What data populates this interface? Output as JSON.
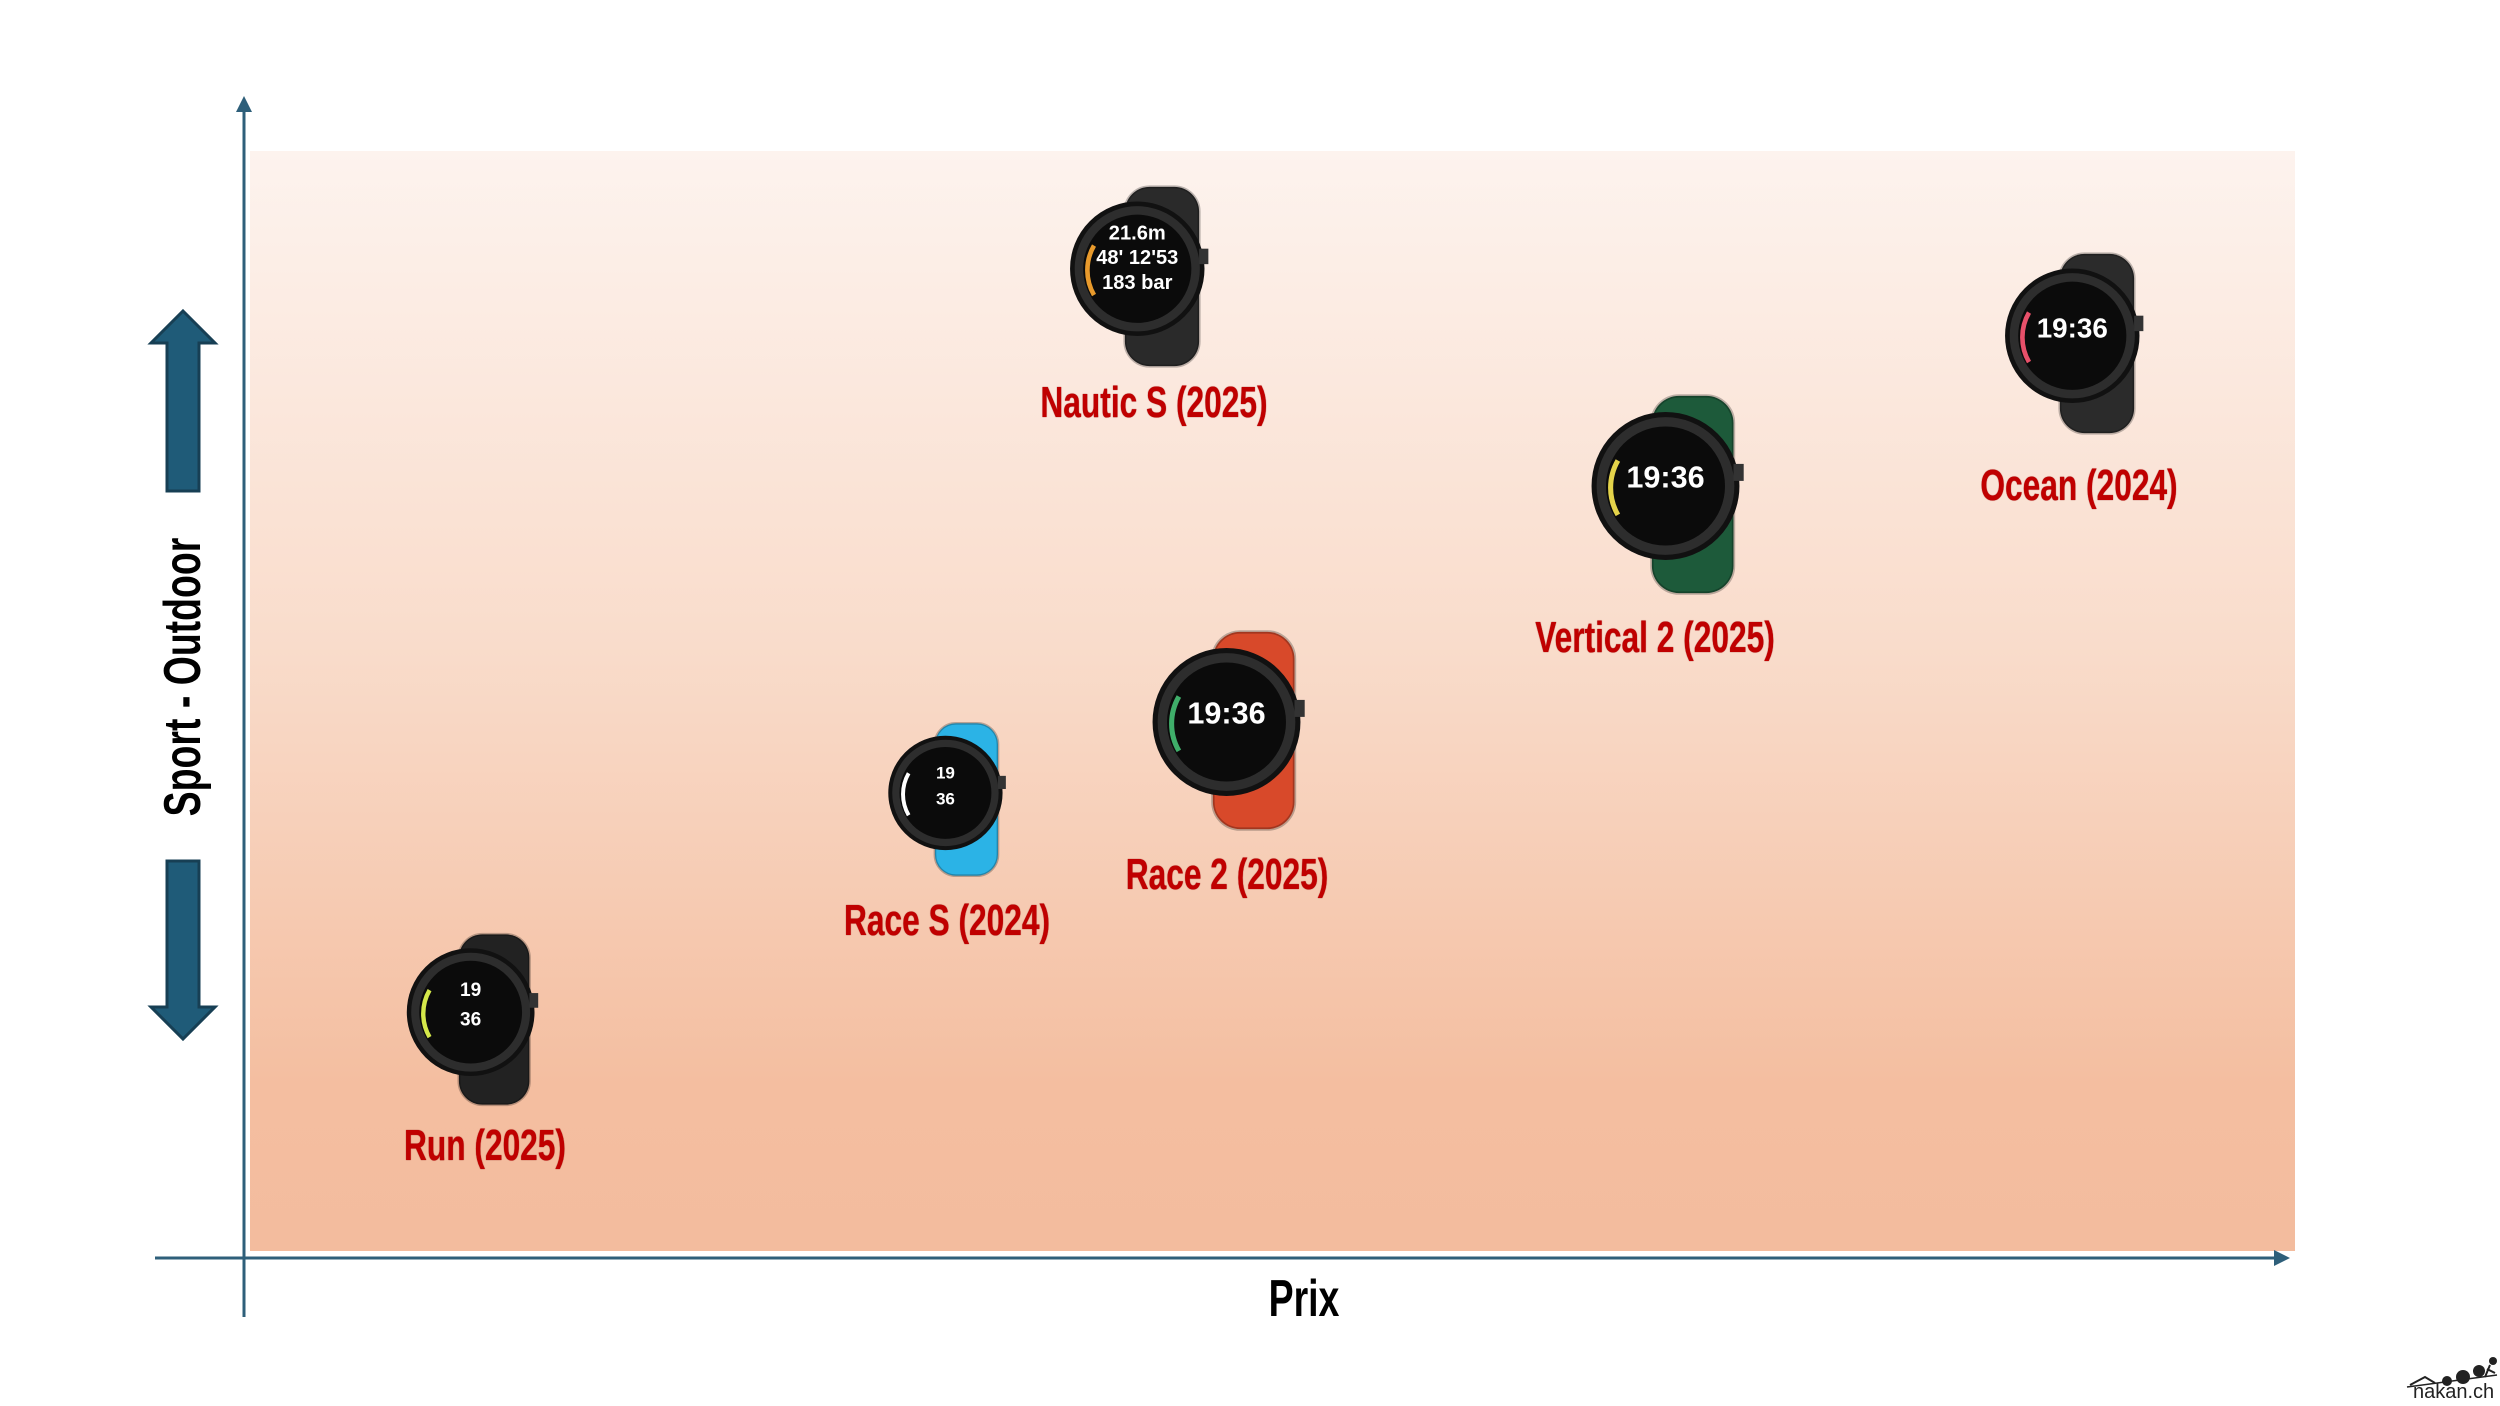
{
  "axes": {
    "y_label": "Sport - Outdoor",
    "x_label": "Prix"
  },
  "colors": {
    "axis": "#2e5f7a",
    "arrow": "#1f5b78",
    "label": "#c00000"
  },
  "items": [
    {
      "name": "Nautic S (2025)",
      "band": "#2a2a2a",
      "accent": "#e89a2c",
      "face": [
        "21.6m",
        "48' 12'53",
        "183 bar"
      ]
    },
    {
      "name": "Ocean (2024)",
      "band": "#2b2b2b",
      "accent": "#e8506a",
      "face": [
        "19:36"
      ]
    },
    {
      "name": "Vertical 2 (2025)",
      "band": "#1d5a3a",
      "accent": "#e4d34a",
      "face": [
        "19:36"
      ]
    },
    {
      "name": "Race 2 (2025)",
      "band": "#d8492a",
      "accent": "#3fae6a",
      "face": [
        "19:36"
      ]
    },
    {
      "name": "Race S (2024)",
      "band": "#2bb3e6",
      "accent": "#ffffff",
      "face": [
        "19",
        "36"
      ]
    },
    {
      "name": "Run (2025)",
      "band": "#222222",
      "accent": "#d5e84a",
      "face": [
        "19",
        "36"
      ]
    }
  ],
  "watermark": "nakan.ch"
}
